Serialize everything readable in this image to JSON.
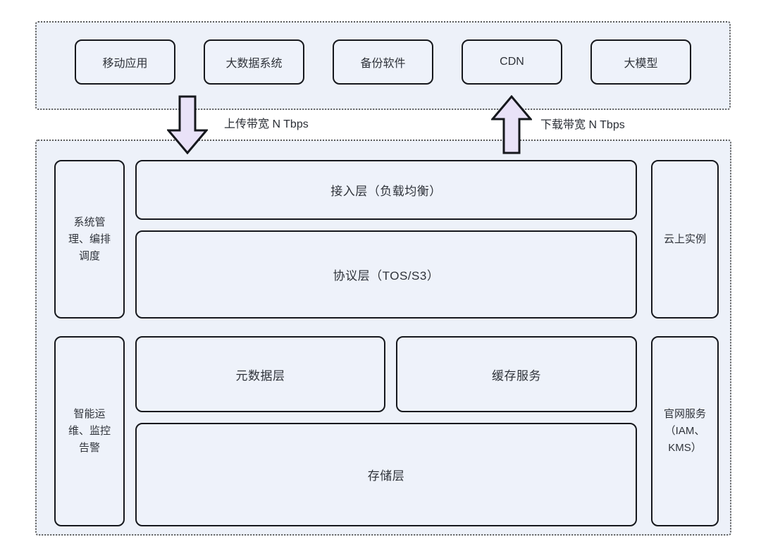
{
  "colors": {
    "zone_fill": "#edf1f9",
    "zone_border": "#5c5c5c",
    "node_fill": "#eef2fa",
    "node_border": "#16181d",
    "arrow_fill": "#e9e2f8",
    "text": "#2f333a"
  },
  "clients_zone": {
    "items": [
      {
        "label": "移动应用"
      },
      {
        "label": "大数据系统"
      },
      {
        "label": "备份软件"
      },
      {
        "label": "CDN"
      },
      {
        "label": "大模型"
      }
    ]
  },
  "bandwidth": {
    "upload_label": "上传带宽 N Tbps",
    "download_label": "下载带宽 N Tbps"
  },
  "platform_zone": {
    "left_column": [
      {
        "label": "系统管理、编排调度"
      },
      {
        "label": "智能运维、监控告警"
      }
    ],
    "layers": [
      {
        "label": "接入层（负载均衡）"
      },
      {
        "label": "协议层（TOS/S3）"
      },
      {
        "label": "元数据层"
      },
      {
        "label": "缓存服务"
      },
      {
        "label": "存储层"
      }
    ],
    "right_column": [
      {
        "label": "云上实例"
      },
      {
        "label": "官网服务（IAM、KMS）"
      }
    ]
  }
}
